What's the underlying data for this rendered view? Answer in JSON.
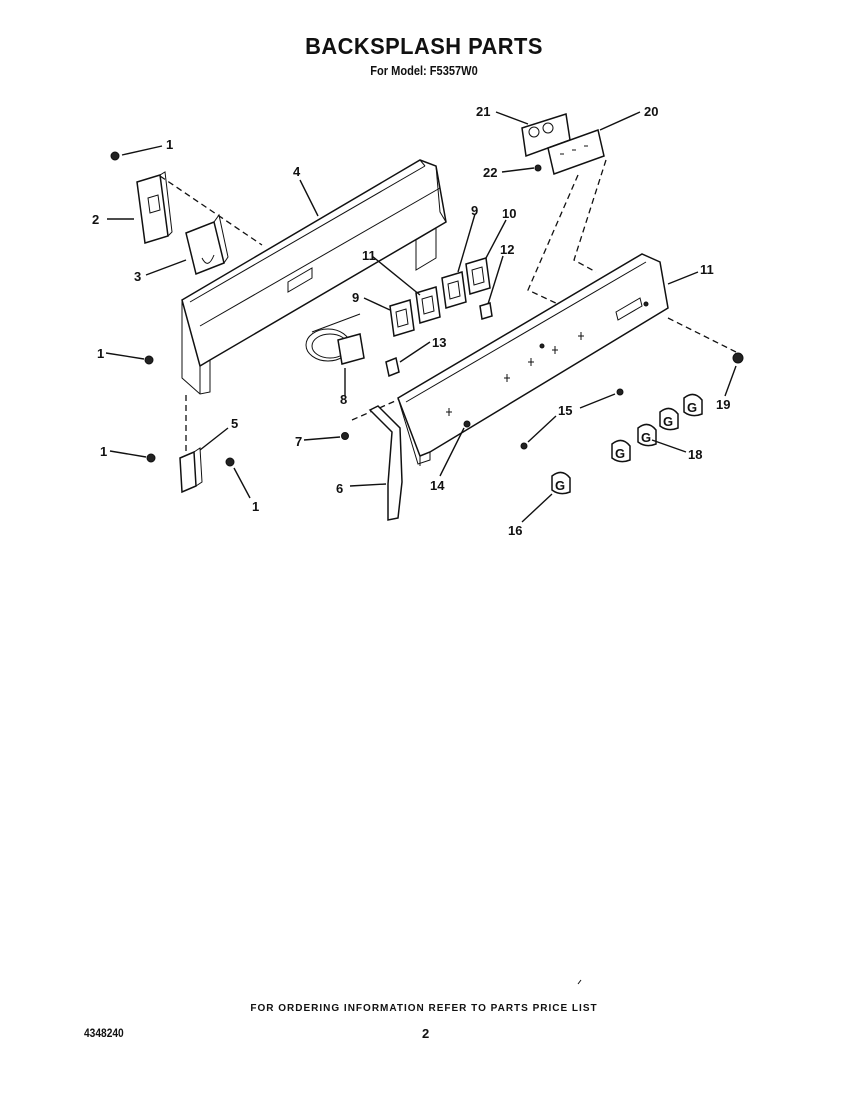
{
  "title": "BACKSPLASH PARTS",
  "subtitle": "For Model: F5357W0",
  "footer_note": "FOR ORDERING INFORMATION REFER TO PARTS PRICE LIST",
  "doc_number": "4348240",
  "page_number": "2",
  "callouts": {
    "c1_top": "1",
    "c2": "2",
    "c3": "3",
    "c4": "4",
    "c1_mid": "1",
    "c1_low": "1",
    "c1_bottom": "1",
    "c5": "5",
    "c6": "6",
    "c7": "7",
    "c8": "8",
    "c9_left": "9",
    "c9_right": "9",
    "c10": "10",
    "c11_left": "11",
    "c11_right": "11",
    "c12": "12",
    "c13": "13",
    "c14": "14",
    "c15": "15",
    "c16": "16",
    "c18": "18",
    "c19": "19",
    "c20": "20",
    "c21": "21",
    "c22": "22"
  }
}
